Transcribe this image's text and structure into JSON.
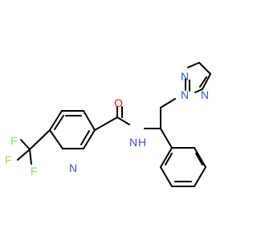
{
  "molecule": {
    "atoms": {
      "oxygen": {
        "label": "O",
        "color": "#ff0d0d"
      },
      "amide_nitrogen": {
        "label": "N",
        "color": "#3050f8"
      },
      "amide_hydrogen": {
        "label": "H",
        "color": "#3050f8"
      },
      "pyridine_nitrogen": {
        "label": "N",
        "color": "#3050f8"
      },
      "triazole_n1": {
        "label": "N",
        "color": "#3050f8"
      },
      "triazole_n2": {
        "label": "N",
        "color": "#3050f8"
      },
      "triazole_n3": {
        "label": "N",
        "color": "#3050f8"
      },
      "fluorine_1": {
        "label": "F",
        "color": "#90e050"
      },
      "fluorine_2": {
        "label": "F",
        "color": "#90e050"
      },
      "fluorine_3": {
        "label": "F",
        "color": "#90e050"
      }
    },
    "bond_color": "#000000"
  }
}
